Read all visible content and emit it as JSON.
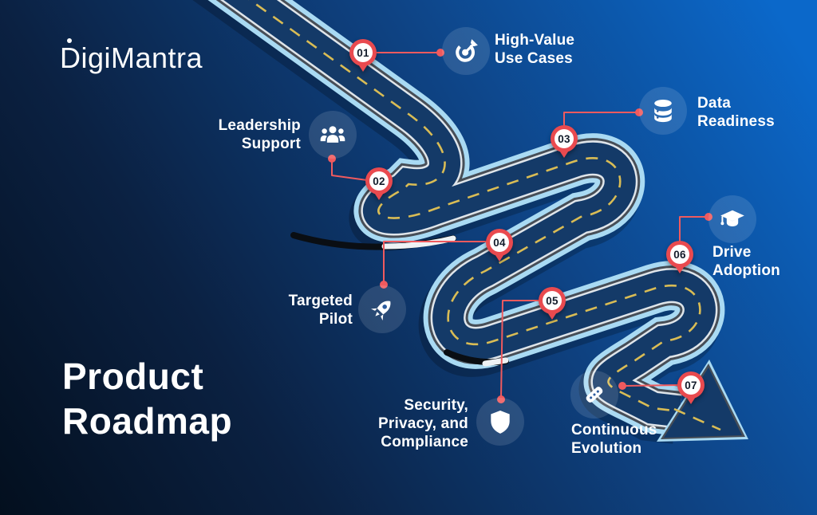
{
  "brand": {
    "name": "DigiMantra"
  },
  "title": {
    "line1": "Product",
    "line2": "Roadmap"
  },
  "colors": {
    "pin_red": "#e94a4f",
    "connector_red": "#ef5a5e",
    "road_surface": "#143a68",
    "road_edge": "#a9daf3",
    "road_asphalt": "#474e57",
    "lane_yellow": "#d9bc55",
    "background_dark": "#030f1e",
    "background_bright": "#0b68ca",
    "text": "#ffffff"
  },
  "milestones": [
    {
      "number": "01",
      "icon": "target-icon",
      "label_lines": [
        "High-Value",
        "Use Cases"
      ]
    },
    {
      "number": "02",
      "icon": "team-icon",
      "label_lines": [
        "Leadership",
        "Support"
      ]
    },
    {
      "number": "03",
      "icon": "database-icon",
      "label_lines": [
        "Data",
        "Readiness"
      ]
    },
    {
      "number": "04",
      "icon": "rocket-icon",
      "label_lines": [
        "Targeted",
        "Pilot"
      ]
    },
    {
      "number": "05",
      "icon": "shield-icon",
      "label_lines": [
        "Security,",
        "Privacy, and",
        "Compliance"
      ]
    },
    {
      "number": "06",
      "icon": "graduation-cap-icon",
      "label_lines": [
        "Drive",
        "Adoption"
      ]
    },
    {
      "number": "07",
      "icon": "ruler-icon",
      "label_lines": [
        "Continuous",
        "Evolution"
      ]
    }
  ]
}
